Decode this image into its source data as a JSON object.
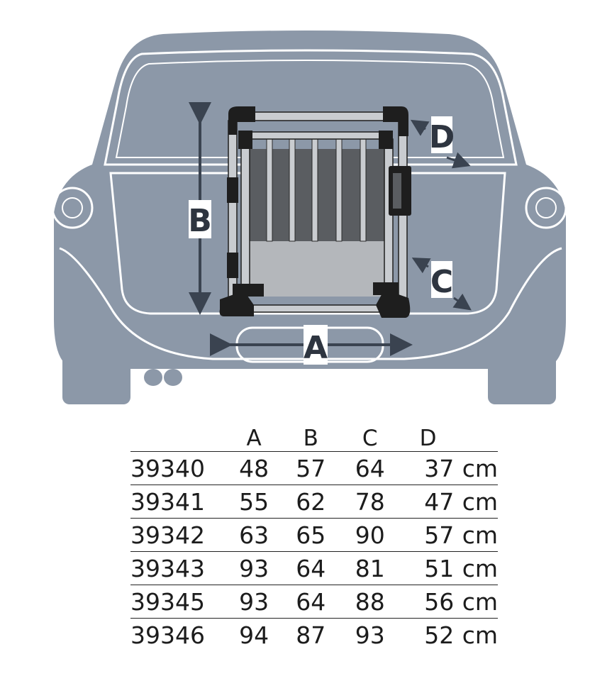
{
  "diagram": {
    "labels": {
      "a": "A",
      "b": "B",
      "c": "C",
      "d": "D"
    }
  },
  "table": {
    "headers": [
      "",
      "A",
      "B",
      "C",
      "D",
      ""
    ],
    "rows": [
      {
        "article": "39340",
        "a": "48",
        "b": "57",
        "c": "64",
        "d": "37",
        "unit": "cm"
      },
      {
        "article": "39341",
        "a": "55",
        "b": "62",
        "c": "78",
        "d": "47",
        "unit": "cm"
      },
      {
        "article": "39342",
        "a": "63",
        "b": "65",
        "c": "90",
        "d": "57",
        "unit": "cm"
      },
      {
        "article": "39343",
        "a": "93",
        "b": "64",
        "c": "81",
        "d": "51",
        "unit": "cm"
      },
      {
        "article": "39345",
        "a": "93",
        "b": "64",
        "c": "88",
        "d": "56",
        "unit": "cm"
      },
      {
        "article": "39346",
        "a": "94",
        "b": "87",
        "c": "93",
        "d": "52",
        "unit": "cm"
      }
    ]
  },
  "colors": {
    "car_body": "#8c98a8",
    "car_outline": "#ffffff",
    "arrow": "#3a4350",
    "crate_frame": "#1e1e1e",
    "crate_tube": "#c9ccd0",
    "crate_panel": "#5a5d61",
    "crate_floor_panel": "#b4b7bb"
  }
}
